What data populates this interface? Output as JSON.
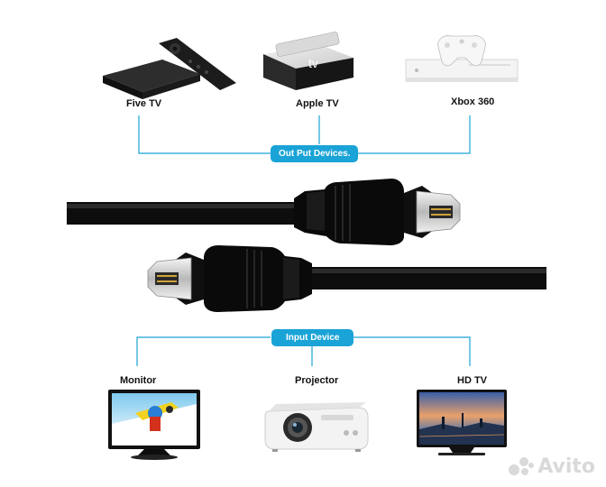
{
  "output": {
    "pill_label": "Out Put Devices.",
    "devices": [
      {
        "label": "Five TV"
      },
      {
        "label": "Apple TV"
      },
      {
        "label": "Xbox 360"
      }
    ]
  },
  "input": {
    "pill_label": "Input Device",
    "devices": [
      {
        "label": "Monitor"
      },
      {
        "label": "Projector"
      },
      {
        "label": "HD TV"
      }
    ]
  },
  "logo": {
    "apple_tv_mark": "tv"
  },
  "watermark": {
    "text": "Avito"
  },
  "colors": {
    "accent": "#1aa3d6",
    "cable": "#0d0d0d"
  }
}
